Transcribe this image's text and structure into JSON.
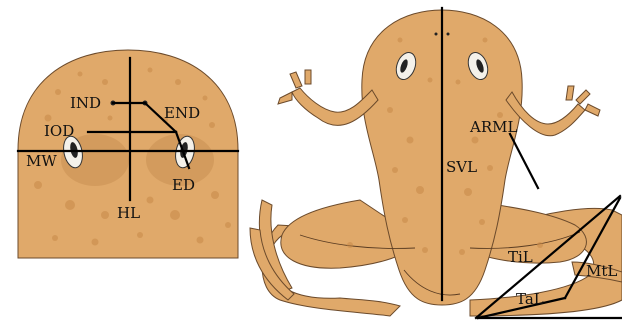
{
  "diagram": {
    "head_labels": {
      "ind": "IND",
      "end": "END",
      "iod": "IOD",
      "mw": "MW",
      "ed": "ED",
      "hl": "HL"
    },
    "body_labels": {
      "arml": "ARML",
      "svl": "SVL",
      "til": "TiL",
      "mtl": "MtL",
      "tal": "TaL"
    },
    "colors": {
      "skin": "#e0a96a",
      "skin_shade": "#c98f52",
      "measure_line": "#000000"
    }
  }
}
